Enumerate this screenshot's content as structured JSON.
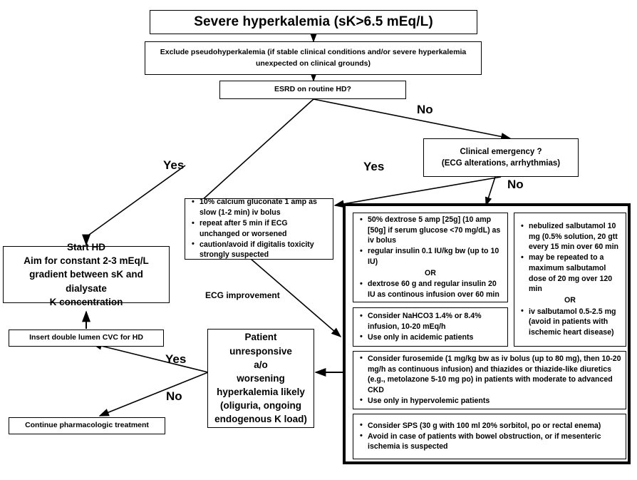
{
  "diagram": {
    "title": "Severe hyperkalemia management algorithm",
    "colors": {
      "line": "#000000",
      "background": "#ffffff",
      "text": "#000000"
    }
  },
  "nodes": {
    "title_box": {
      "text": "Severe hyperkalemia (sK>6.5 mEq/L)"
    },
    "exclude_box": {
      "text": "Exclude pseudohyperkalemia (if stable clinical conditions and/or severe hyperkalemia unexpected on clinical grounds)"
    },
    "esrd_box": {
      "text": "ESRD on routine HD?"
    },
    "emergency_box": {
      "line1": "Clinical emergency ?",
      "line2": "(ECG alterations, arrhythmias)"
    },
    "calcium_box": {
      "bullets": [
        "10% calcium gluconate 1 amp as slow (1-2 min) iv bolus",
        "repeat after 5 min if ECG unchanged or worsened",
        "caution/avoid if digitalis toxicity strongly suspected"
      ]
    },
    "start_hd_box": {
      "line1": "Start HD",
      "line2": "Aim for constant 2-3 mEq/L",
      "line3": "gradient between sK and dialysate",
      "line4": "K concentration"
    },
    "cvc_box": {
      "text": "Insert double lumen CVC for HD"
    },
    "continue_box": {
      "text": "Continue pharmacologic treatment"
    },
    "patient_box": {
      "line1": "Patient",
      "line2": "unresponsive",
      "line3": "a/o",
      "line4": "worsening",
      "line5": "hyperkalemia likely",
      "line6": "(oliguria, ongoing",
      "line7": "endogenous K load)"
    },
    "dextrose_box": {
      "bullets": [
        "50% dextrose 5 amp [25g] (10 amp [50g] if serum glucose <70 mg/dL) as iv bolus",
        "regular insulin 0.1 IU/kg bw (up to 10 IU)"
      ],
      "or_label": "OR",
      "bullets_after": [
        "dextrose 60 g and regular insulin 20 IU as continous infusion over 60 min"
      ]
    },
    "salbutamol_box": {
      "bullets": [
        "nebulized salbutamol 10 mg (0.5% solution, 20 gtt every 15 min over 60 min",
        "may be repeated to a maximum salbutamol dose of 20 mg over 120 min"
      ],
      "or_label": "OR",
      "bullets_after": [
        "iv salbutamol 0.5-2.5 mg (avoid in patients with ischemic heart disease)"
      ]
    },
    "bicarb_box": {
      "bullets": [
        "Consider NaHCO3 1.4% or 8.4% infusion, 10-20 mEq/h",
        "Use only in acidemic patients"
      ]
    },
    "furosemide_box": {
      "bullets": [
        "Consider furosemide (1 mg/kg bw as iv bolus (up to 80 mg), then 10-20 mg/h as continuous infusion) and thiazides or thiazide-like diuretics (e.g., metolazone 5-10 mg po) in patients with moderate to advanced CKD",
        "Use only in hypervolemic patients"
      ]
    },
    "sps_box": {
      "bullets": [
        "Consider SPS (30 g with 100 ml 20% sorbitol, po or rectal enema)",
        "Avoid in case of patients with bowel obstruction, or if mesenteric ischemia is suspected"
      ]
    }
  },
  "edge_labels": {
    "esrd_no": "No",
    "esrd_yes": "Yes",
    "emergency_yes": "Yes",
    "emergency_no": "No",
    "ecg_improvement": "ECG improvement",
    "patient_yes": "Yes",
    "patient_no": "No"
  }
}
